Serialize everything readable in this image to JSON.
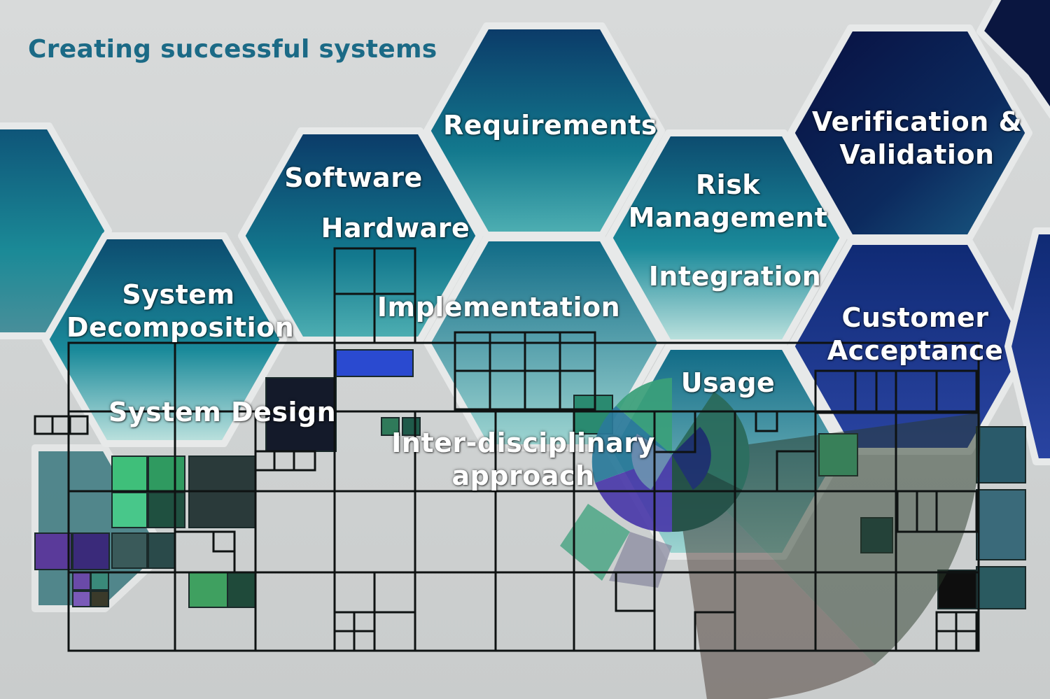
{
  "title": "Creating successful systems",
  "labels": {
    "requirements": "Requirements",
    "verification_line1": "Verification &",
    "verification_line2": "Validation",
    "software": "Software",
    "hardware": "Hardware",
    "risk_line1": "Risk",
    "risk_line2": "Management",
    "integration": "Integration",
    "system_decomp_line1": "System",
    "system_decomp_line2": "Decomposition",
    "implementation": "Implementation",
    "customer_line1": "Customer",
    "customer_line2": "Acceptance",
    "usage": "Usage",
    "system_design": "System Design",
    "interdisciplinary_line1": "Inter-disciplinary",
    "interdisciplinary_line2": "approach"
  },
  "colors": {
    "title": "#1b6a86",
    "hex_dark": "#0a1a4a",
    "hex_teal": "#1f8a9a",
    "background": "#d2d4d4"
  }
}
